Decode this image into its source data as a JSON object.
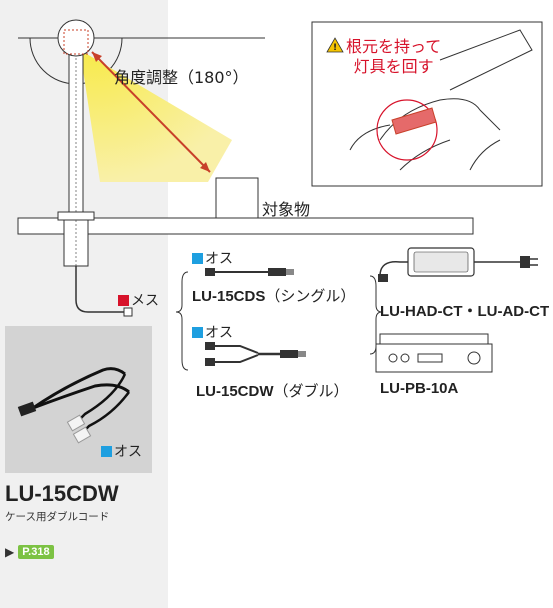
{
  "angle_label": "角度調整（180°）",
  "object_label": "対象物",
  "callout": {
    "line1": "根元を持って",
    "line2": "灯具を回す"
  },
  "female_label": "メス",
  "male_label": "オス",
  "cables": [
    {
      "model": "LU-15CDS",
      "desc": "（シングル）"
    },
    {
      "model": "LU-15CDW",
      "desc": "（ダブル）"
    }
  ],
  "power_supplies": [
    "LU-HAD-CT・LU-AD-CT",
    "LU-PB-10A"
  ],
  "product": {
    "model": "LU-15CDW",
    "desc": "ケース用ダブルコード"
  },
  "page_ref": "P.318",
  "colors": {
    "male": "#1e9fe0",
    "female": "#d7122a",
    "beam": "#f3e45a",
    "arrow": "#c8402a",
    "badge": "#7cc243"
  }
}
